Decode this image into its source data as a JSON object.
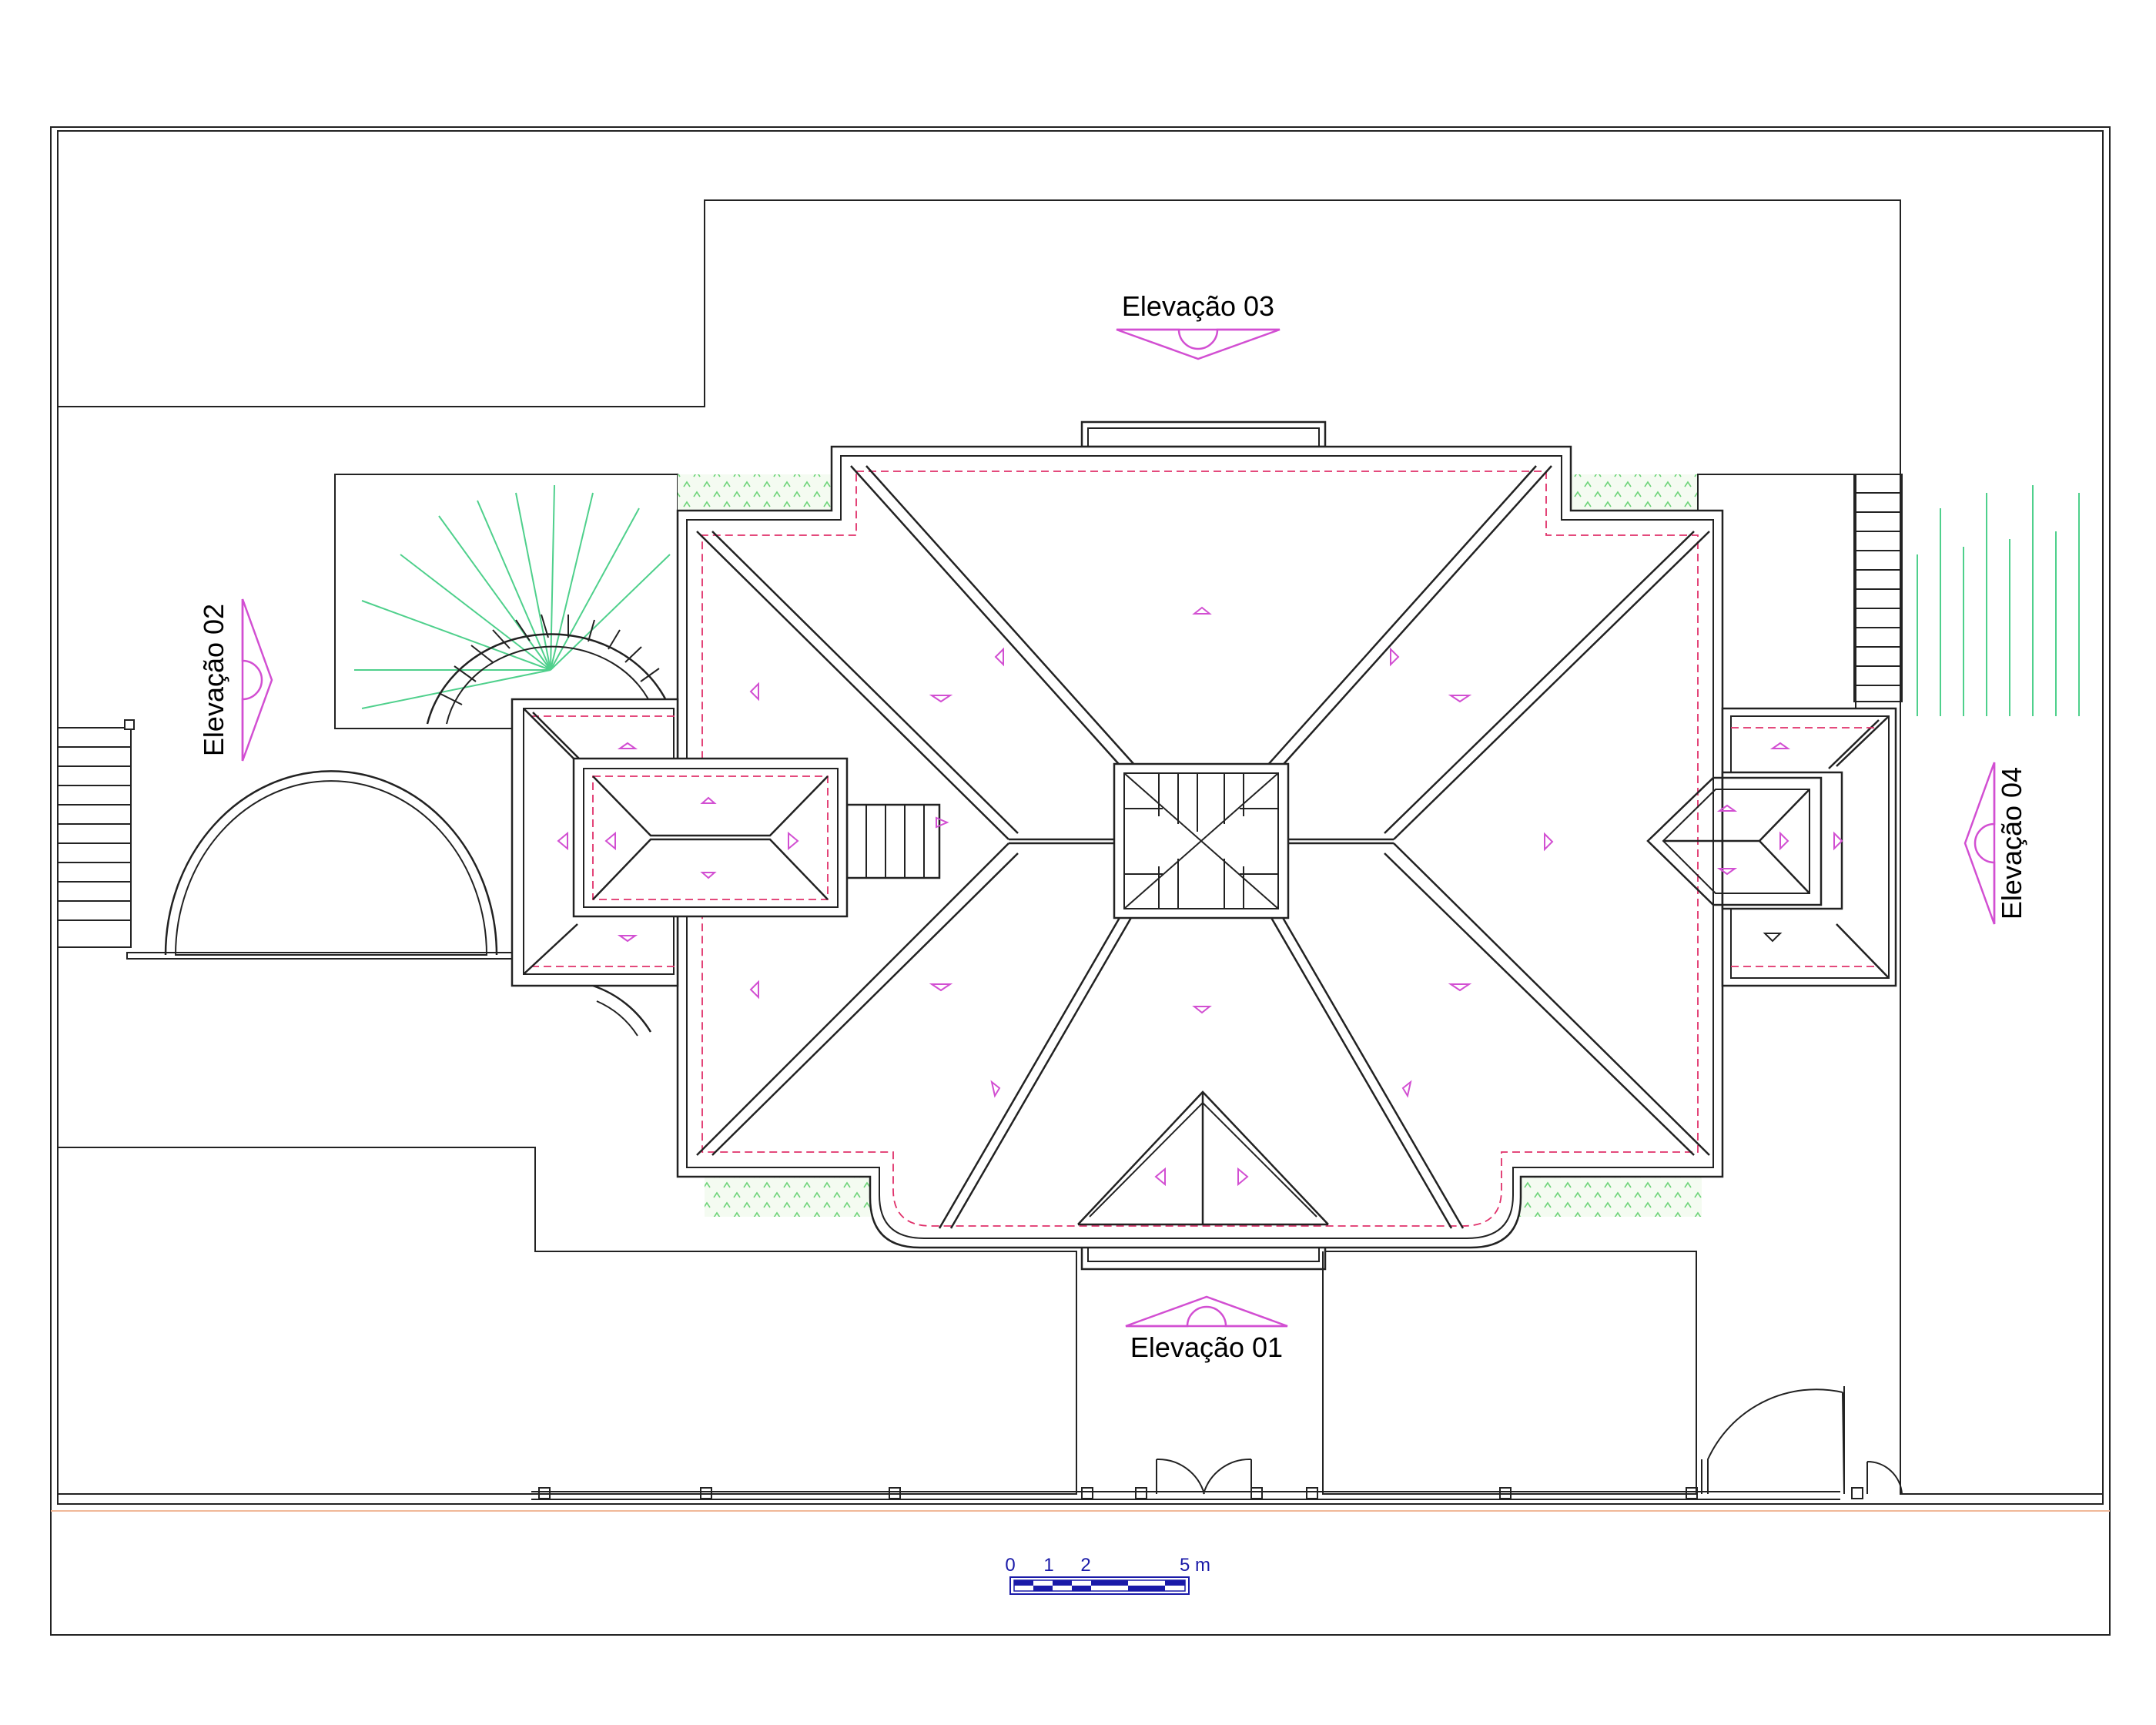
{
  "labels": {
    "elev_01": "Elevação 01",
    "elev_02": "Elevação 02",
    "elev_03": "Elevação 03",
    "elev_04": "Elevação 04"
  },
  "scale_bar": {
    "ticks": [
      "0",
      "1",
      "2",
      "5 m"
    ]
  },
  "colors": {
    "lawn_fill": "#f4fbf1",
    "lawn_dots": "#6fd47a",
    "pool": "#00ffff",
    "arrow_magenta": "#d24fd2",
    "ridge_dashed": "#e0306a",
    "scale_bar": "#1a1aa8",
    "line": "#222222"
  }
}
